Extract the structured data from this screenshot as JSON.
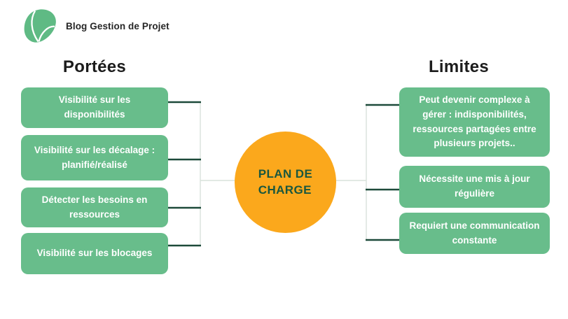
{
  "brand": {
    "name": "Blog Gestion de Projet"
  },
  "diagram": {
    "center": {
      "label": "PLAN DE\nCHARGE"
    },
    "left": {
      "title": "Portées",
      "items": [
        "Visibilité sur les disponibilités",
        "Visibilité sur les décalage : planifié/réalisé",
        "Détecter les besoins en ressources",
        "Visibilité sur les blocages"
      ]
    },
    "right": {
      "title": "Limites",
      "items": [
        "Peut devenir complexe à gérer : indisponibilités, ressources partagées entre plusieurs projets..",
        "Nécessite une mis à jour régulière",
        "Requiert une communication constante"
      ]
    }
  },
  "colors": {
    "node_green": "#68bd8b",
    "logo_green": "#5fba84",
    "circle_yellow": "#fba81c",
    "dot_yellow": "#f7a71b",
    "dark_green_line": "#1d4a3a",
    "light_line": "#d9e2db",
    "title_text": "#1c1c1c",
    "circle_text": "#19573e",
    "node_text": "#ffffff"
  }
}
